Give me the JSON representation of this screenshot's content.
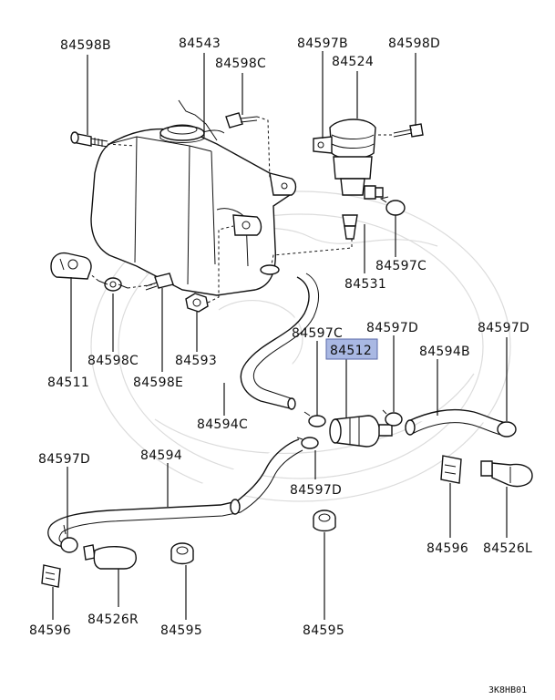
{
  "diagram": {
    "highlight_color": "#a9b8e3",
    "labels": {
      "l84598B_top": "84598B",
      "l84543": "84543",
      "l84598C_top": "84598C",
      "l84597B": "84597B",
      "l84524": "84524",
      "l84598D": "84598D",
      "l84597C_right": "84597C",
      "l84531": "84531",
      "l84597C_mid": "84597C",
      "l84597D_mid": "84597D",
      "l84597D_right": "84597D",
      "l84512": "84512",
      "l84594B": "84594B",
      "l84598C_left": "84598C",
      "l84593": "84593",
      "l84511": "84511",
      "l84598E": "84598E",
      "l84594C": "84594C",
      "l84597D_left": "84597D",
      "l84594": "84594",
      "l84597D_bottom": "84597D",
      "l84596_right": "84596",
      "l84526L": "84526L",
      "l84596_left": "84596",
      "l84526R": "84526R",
      "l84595_left": "84595",
      "l84595_right": "84595"
    },
    "footer_code": "3K8HB01"
  }
}
